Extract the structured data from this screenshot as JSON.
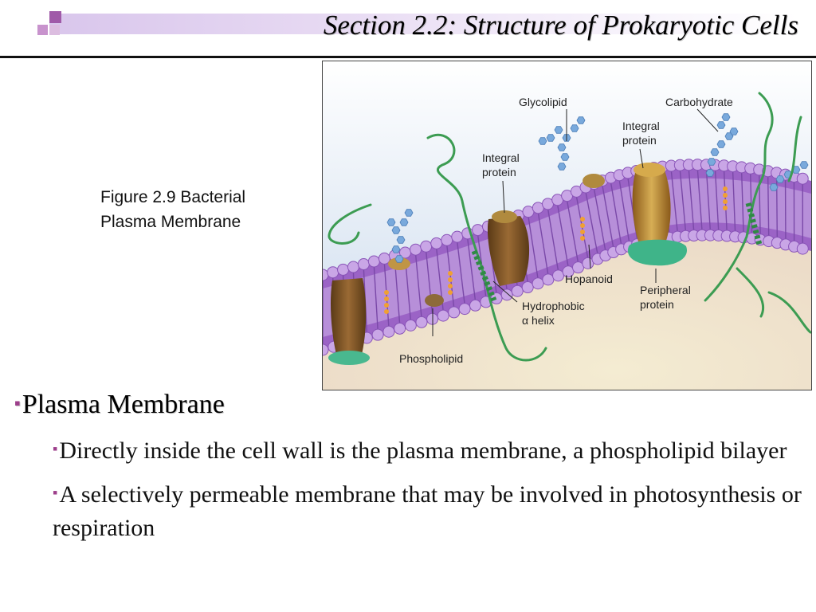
{
  "header": {
    "title": "Section 2.2: Structure of Prokaryotic Cells"
  },
  "figure": {
    "caption_line1": "Figure 2.9 Bacterial",
    "caption_line2": "Plasma Membrane",
    "labels": {
      "glycolipid": "Glycolipid",
      "carbohydrate": "Carbohydrate",
      "integral_protein_left_1": "Integral",
      "integral_protein_left_2": "protein",
      "integral_protein_right_1": "Integral",
      "integral_protein_right_2": "protein",
      "hopanoid": "Hopanoid",
      "peripheral_protein_1": "Peripheral",
      "peripheral_protein_2": "protein",
      "hydrophobic_helix_1": "Hydrophobic",
      "hydrophobic_helix_2": "α helix",
      "phospholipid": "Phospholipid"
    }
  },
  "content": {
    "heading": "Plasma Membrane",
    "bullets": [
      "Directly inside the cell wall is the plasma membrane, a phospholipid bilayer",
      "A selectively permeable membrane that may be involved in photosynthesis or respiration"
    ]
  },
  "colors": {
    "accent": "#9d3f8b",
    "membrane": "#8a55b8",
    "head_beads": "#c9a6e6",
    "protein": "#b88a2e",
    "peripheral": "#3fb489",
    "glyco": "#6f9fd4",
    "helix": "#3c9c52"
  }
}
